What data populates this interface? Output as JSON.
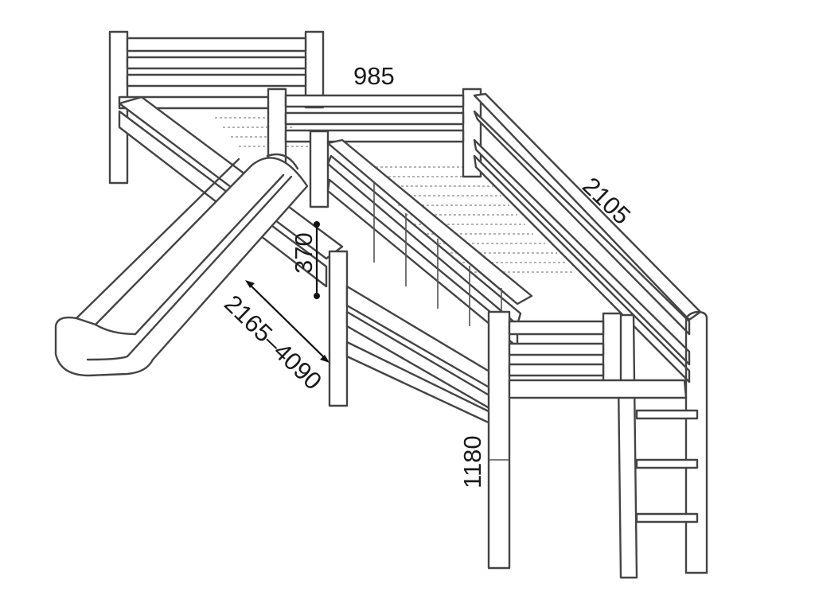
{
  "dimensions": {
    "width": "985",
    "length": "2105",
    "platform_gap": "370",
    "slide_range": "2165–4090",
    "height": "1180"
  }
}
